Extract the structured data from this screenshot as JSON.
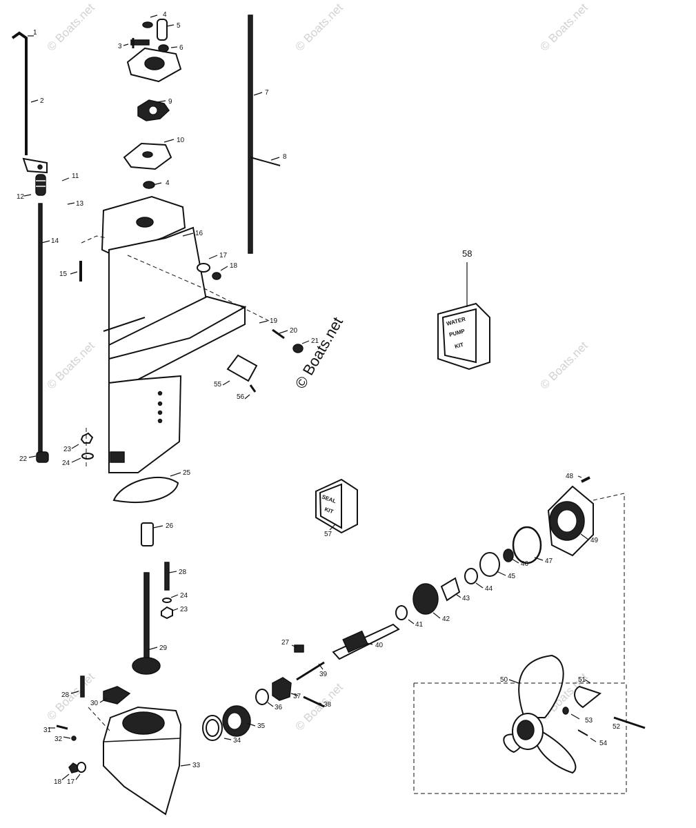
{
  "watermark": {
    "small": "© Boats.net",
    "center": "© Boats.net"
  },
  "kits": {
    "water_pump": [
      "WATER",
      "PUMP",
      "KIT"
    ],
    "seal": [
      "SEAL",
      "KIT"
    ]
  },
  "callouts": {
    "c1": "1",
    "c2": "2",
    "c3": "3",
    "c4": "4",
    "c5": "5",
    "c6": "6",
    "c7": "7",
    "c8": "8",
    "c9": "9",
    "c10": "10",
    "c4b": "4",
    "c11": "11",
    "c12": "12",
    "c13": "13",
    "c14": "14",
    "c15": "15",
    "c16": "16",
    "c17": "17",
    "c18": "18",
    "c19": "19",
    "c20": "20",
    "c21": "21",
    "c22": "22",
    "c23": "23",
    "c24": "24",
    "c25": "25",
    "c26": "26",
    "c27": "27",
    "c28": "28",
    "c24b": "24",
    "c23b": "23",
    "c29": "29",
    "c28b": "28",
    "c30": "30",
    "c31": "31",
    "c32": "32",
    "c33": "33",
    "c34": "34",
    "c35": "35",
    "c36": "36",
    "c37": "37",
    "c38": "38",
    "c39": "39",
    "c40": "40",
    "c41": "41",
    "c42": "42",
    "c43": "43",
    "c44": "44",
    "c45": "45",
    "c46": "46",
    "c47": "47",
    "c48": "48",
    "c49": "49",
    "c50": "50",
    "c51": "51",
    "c52": "52",
    "c53": "53",
    "c54": "54",
    "c55": "55",
    "c56": "56",
    "c57": "57",
    "c58": "58",
    "c18b": "18",
    "c17b": "17"
  }
}
